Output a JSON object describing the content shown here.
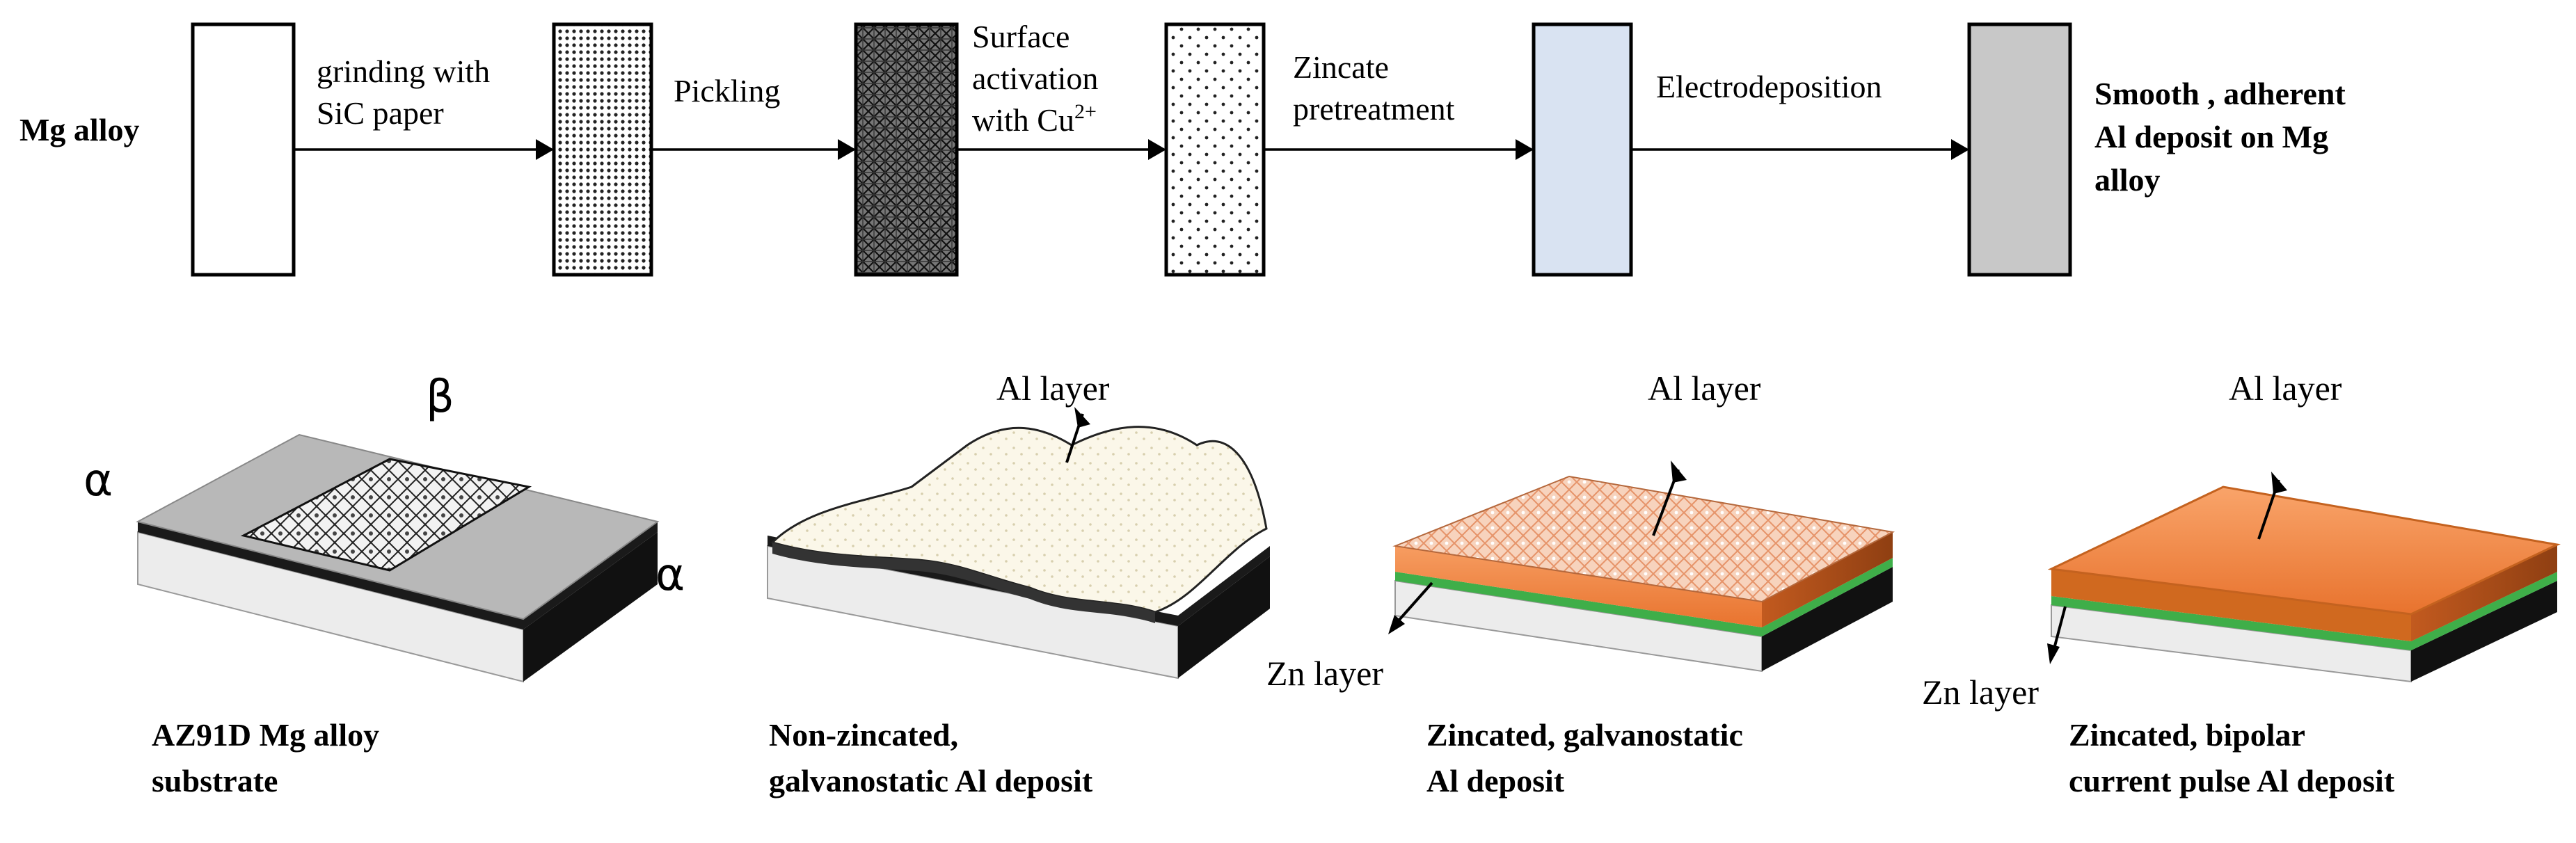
{
  "flow": {
    "start_label": "Mg alloy",
    "steps": [
      {
        "line1": "grinding with",
        "line2": "SiC paper"
      },
      {
        "line1": "Pickling"
      },
      {
        "line1": "Surface",
        "line2": "activation",
        "line3_prefix": "with Cu",
        "line3_sup": "2+"
      },
      {
        "line1": "Zincate",
        "line2": "pretreatment"
      },
      {
        "line1": "Electrodeposition"
      }
    ],
    "end_label": {
      "line1": "Smooth , adherent",
      "line2": "Al deposit on Mg",
      "line3": "alloy"
    },
    "box_colors": {
      "electrodeposition": "#d9e3f2",
      "final": "#c8c8c8"
    }
  },
  "samples": [
    {
      "caption_line1": "AZ91D Mg alloy",
      "caption_line2": "substrate",
      "alpha_left": "α",
      "beta": "β",
      "alpha_right": "α"
    },
    {
      "caption_line1": "Non-zincated,",
      "caption_line2": "galvanostatic Al deposit",
      "al_label": "Al layer"
    },
    {
      "caption_line1": "Zincated, galvanostatic",
      "caption_line2": "Al deposit",
      "al_label": "Al layer",
      "zn_label": "Zn layer"
    },
    {
      "caption_line1": "Zincated, bipolar",
      "caption_line2": "current pulse Al deposit",
      "al_label": "Al layer",
      "zn_label": "Zn layer"
    }
  ],
  "colors": {
    "al_layer": "#f28b45",
    "zn_layer": "#3fae49",
    "substrate_top": "#b5b5b5"
  }
}
